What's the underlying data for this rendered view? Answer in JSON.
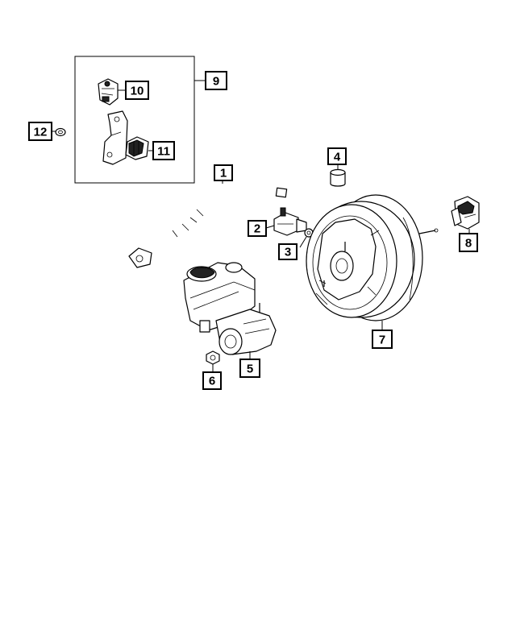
{
  "diagram": {
    "callouts": [
      {
        "id": "c1",
        "label": "1"
      },
      {
        "id": "c2",
        "label": "2"
      },
      {
        "id": "c3",
        "label": "3"
      },
      {
        "id": "c4",
        "label": "4"
      },
      {
        "id": "c5",
        "label": "5"
      },
      {
        "id": "c6",
        "label": "6"
      },
      {
        "id": "c7",
        "label": "7"
      },
      {
        "id": "c8",
        "label": "8"
      },
      {
        "id": "c9",
        "label": "9"
      },
      {
        "id": "c10",
        "label": "10"
      },
      {
        "id": "c11",
        "label": "11"
      },
      {
        "id": "c12",
        "label": "12"
      }
    ]
  }
}
